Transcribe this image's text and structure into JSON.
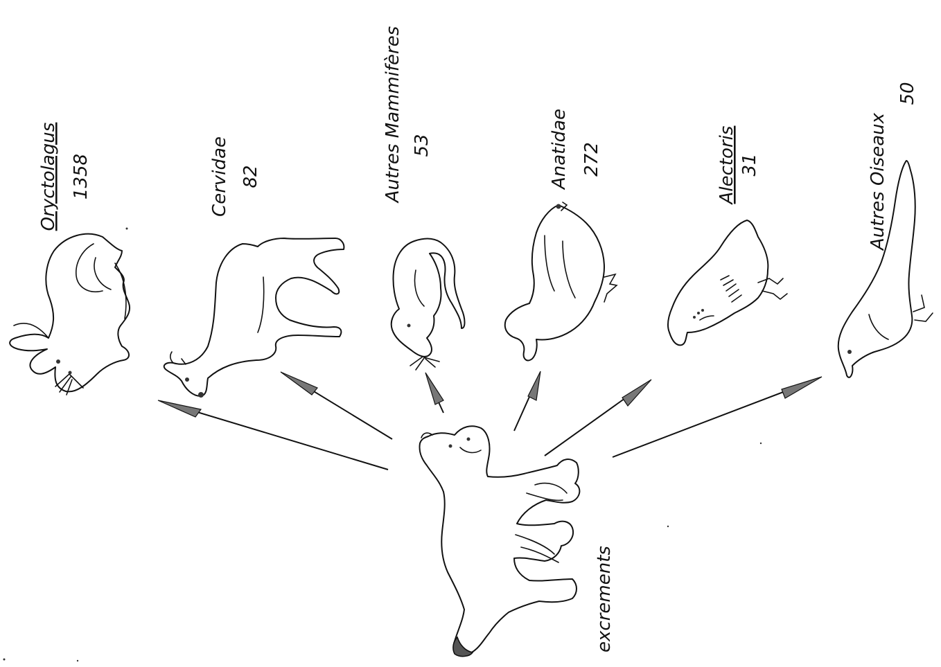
{
  "diagram": {
    "predator": {
      "label": "excrements",
      "icon": "cat-illustration"
    },
    "prey": [
      {
        "name": "Oryctolagus",
        "count": "1358",
        "underlined": true,
        "icon": "rabbit-illustration"
      },
      {
        "name": "Cervidae",
        "count": "82",
        "underlined": false,
        "icon": "deer-illustration"
      },
      {
        "name": "Autres Mammifères",
        "count": "53",
        "underlined": false,
        "icon": "mouse-illustration"
      },
      {
        "name": "Anatidae",
        "count": "272",
        "underlined": false,
        "icon": "duck-illustration"
      },
      {
        "name": "Alectoris",
        "count": "31",
        "underlined": true,
        "icon": "partridge-illustration"
      },
      {
        "name": "Autres Oiseaux",
        "count": "50",
        "underlined": false,
        "icon": "magpie-illustration"
      }
    ]
  },
  "colors": {
    "ink": "#111111",
    "arrowhead": "#777777",
    "background": "#ffffff"
  }
}
